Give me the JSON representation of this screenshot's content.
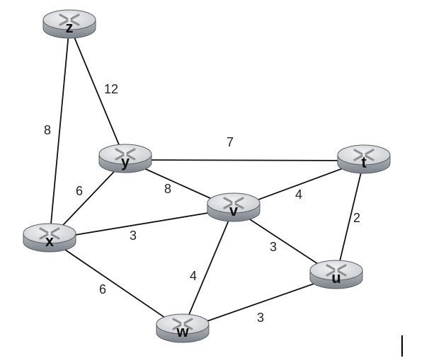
{
  "network": {
    "nodes": [
      {
        "id": "z",
        "label": "z"
      },
      {
        "id": "y",
        "label": "y"
      },
      {
        "id": "t",
        "label": "t"
      },
      {
        "id": "v",
        "label": "v"
      },
      {
        "id": "x",
        "label": "x"
      },
      {
        "id": "u",
        "label": "u"
      },
      {
        "id": "w",
        "label": "w"
      }
    ],
    "edges": [
      {
        "from": "z",
        "to": "x",
        "weight": "8"
      },
      {
        "from": "z",
        "to": "y",
        "weight": "12"
      },
      {
        "from": "y",
        "to": "t",
        "weight": "7"
      },
      {
        "from": "y",
        "to": "x",
        "weight": "6"
      },
      {
        "from": "y",
        "to": "v",
        "weight": "8"
      },
      {
        "from": "t",
        "to": "v",
        "weight": "4"
      },
      {
        "from": "t",
        "to": "u",
        "weight": "2"
      },
      {
        "from": "x",
        "to": "v",
        "weight": "3"
      },
      {
        "from": "x",
        "to": "w",
        "weight": "6"
      },
      {
        "from": "v",
        "to": "u",
        "weight": "3"
      },
      {
        "from": "v",
        "to": "w",
        "weight": "4"
      },
      {
        "from": "w",
        "to": "u",
        "weight": "3"
      }
    ]
  },
  "colors": {
    "router_top": "#d9dcdf",
    "router_side": "#9aa0a6",
    "router_outline": "#5a5f64",
    "edge": "#111111"
  }
}
